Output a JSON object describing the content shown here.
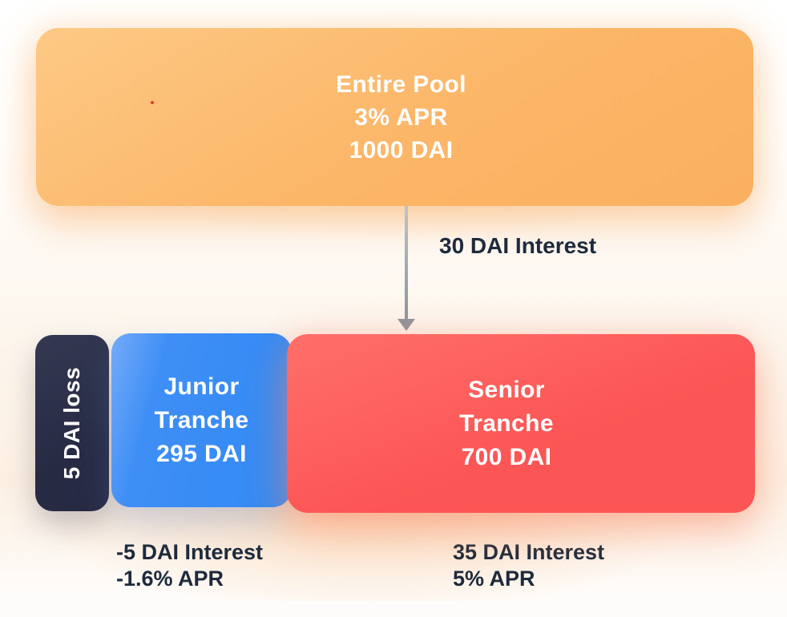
{
  "palette": {
    "pool_orange": "#fcb668",
    "pool_orange_light": "#fdc985",
    "junior_blue": "#338af5",
    "senior_red": "#fc5555",
    "senior_red_light": "#ff6f68",
    "loss_navy": "#272a43",
    "loss_navy_light": "#343851",
    "text_dark": "#1e2a3c",
    "text_white": "#ffffff",
    "arrow_gray": "#8e959c"
  },
  "pool": {
    "lines": [
      "Entire Pool",
      "3% APR",
      "1000 DAI"
    ]
  },
  "flow": {
    "label": "30 DAI Interest"
  },
  "loss_box": {
    "label": "5 DAI loss"
  },
  "junior_box": {
    "lines": [
      "Junior",
      "Tranche",
      "295 DAI"
    ]
  },
  "senior_box": {
    "lines": [
      "Senior",
      "Tranche",
      "700 DAI"
    ]
  },
  "junior_summary": {
    "lines": [
      "-5 DAI Interest",
      "-1.6% APR"
    ]
  },
  "senior_summary": {
    "lines": [
      "35 DAI Interest",
      "5% APR"
    ]
  }
}
